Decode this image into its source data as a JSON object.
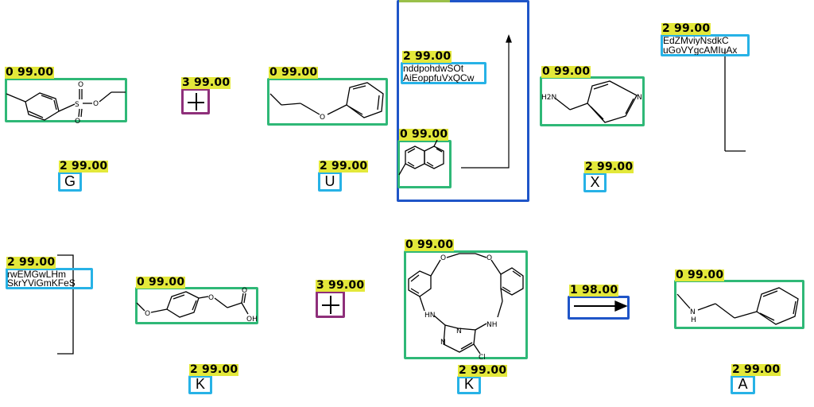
{
  "colors": {
    "molecule_box": "#2fb877",
    "text_box": "#27b2e6",
    "plus_box": "#8e2f7a",
    "arrow_box": "#1f55c8",
    "label_bg": "#e3e83a"
  },
  "detections": [
    {
      "label": "0 99.00",
      "kind": "molecule"
    },
    {
      "label": "3 99.00",
      "kind": "plus"
    },
    {
      "label": "0 99.00",
      "kind": "molecule"
    },
    {
      "label": "2 99.00",
      "kind": "text",
      "text_lines": [
        "nddpohdwSOt",
        "AiEoppfuVxQCw"
      ]
    },
    {
      "label": "0 99.00",
      "kind": "molecule"
    },
    {
      "label": "0 99.00",
      "kind": "molecule"
    },
    {
      "label": "2 99.00",
      "kind": "text",
      "text_lines": [
        "EdZMviyNsdkC",
        "uGoVYgcAMIuAx"
      ]
    },
    {
      "label": "2 99.00",
      "kind": "text",
      "text_lines": [
        "G"
      ]
    },
    {
      "label": "2 99.00",
      "kind": "text",
      "text_lines": [
        "U"
      ]
    },
    {
      "label": "2 99.00",
      "kind": "text",
      "text_lines": [
        "X"
      ]
    },
    {
      "label": "2 99.00",
      "kind": "text",
      "text_lines": [
        "rwEMGwLHm",
        "SkrYViGmKFeS"
      ]
    },
    {
      "label": "0 99.00",
      "kind": "molecule"
    },
    {
      "label": "3 99.00",
      "kind": "plus"
    },
    {
      "label": "0 99.00",
      "kind": "molecule"
    },
    {
      "label": "1 98.00",
      "kind": "arrow"
    },
    {
      "label": "0 99.00",
      "kind": "molecule"
    },
    {
      "label": "2 99.00",
      "kind": "text",
      "text_lines": [
        "K"
      ]
    },
    {
      "label": "2 99.00",
      "kind": "text",
      "text_lines": [
        "K"
      ]
    },
    {
      "label": "2 99.00",
      "kind": "text",
      "text_lines": [
        "A"
      ]
    }
  ],
  "atom_labels": {
    "sulfonyl_s": "S",
    "oxygen": "O",
    "hydroxyl": "OH",
    "amine_h2n": "H2N",
    "pyridine_n": "N",
    "ring_n": "N",
    "nh": "NH",
    "hn": "HN",
    "amine_h": "H",
    "chlorine": "Cl"
  }
}
